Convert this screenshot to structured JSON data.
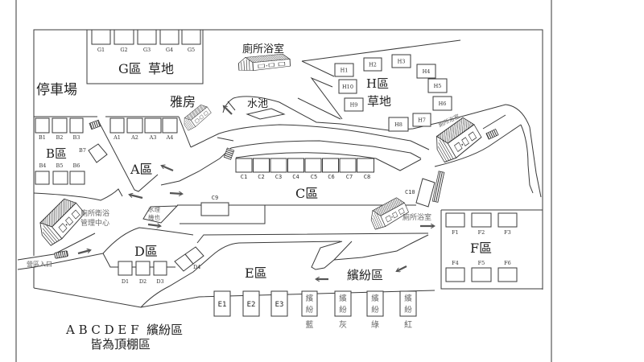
{
  "labels": {
    "parking": "停車場",
    "g_zone": "G區",
    "g_zone_type": "草地",
    "restroom_top": "廁所浴室",
    "suite_room": "雅房",
    "pond": "水池",
    "h_zone": "H區",
    "h_zone_type": "草地",
    "restroom_h": "廁所浴室",
    "a_zone": "A區",
    "b_zone": "B區",
    "c_zone": "C區",
    "d_zone": "D區",
    "e_zone": "E區",
    "f_zone": "F區",
    "colorful_zone": "繽紛區",
    "mgmt_center": [
      "廁所衛浴",
      "管理中心"
    ],
    "entrance": "營區入口",
    "facility": [
      "水理",
      "機也"
    ],
    "restroom_center": "廁所浴室"
  },
  "sites": {
    "G": [
      "G1",
      "G2",
      "G3",
      "G4",
      "G5"
    ],
    "H": [
      "H1",
      "H2",
      "H3",
      "H4",
      "H5",
      "H6",
      "H7",
      "H8",
      "H9",
      "H10"
    ],
    "A": [
      "A1",
      "A2",
      "A3",
      "A4"
    ],
    "B": [
      "B1",
      "B2",
      "B3",
      "B4",
      "B5",
      "B6",
      "B7"
    ],
    "C": [
      "C1",
      "C2",
      "C3",
      "C4",
      "C5",
      "C6",
      "C7",
      "C8",
      "C9",
      "C10"
    ],
    "D": [
      "D1",
      "D2",
      "D3",
      "D4"
    ],
    "E": [
      "E1",
      "E2",
      "E3"
    ],
    "F": [
      "F1",
      "F2",
      "F3",
      "F4",
      "F5",
      "F6"
    ]
  },
  "colorful_sites": [
    {
      "char1": "繽",
      "char2": "紛",
      "color": "藍"
    },
    {
      "char1": "繽",
      "char2": "紛",
      "color": "灰"
    },
    {
      "char1": "繽",
      "char2": "紛",
      "color": "綠"
    },
    {
      "char1": "繽",
      "char2": "紛",
      "color": "紅"
    }
  ],
  "footnote": [
    "A B C D E F  繽紛區",
    "皆為頂棚區"
  ]
}
